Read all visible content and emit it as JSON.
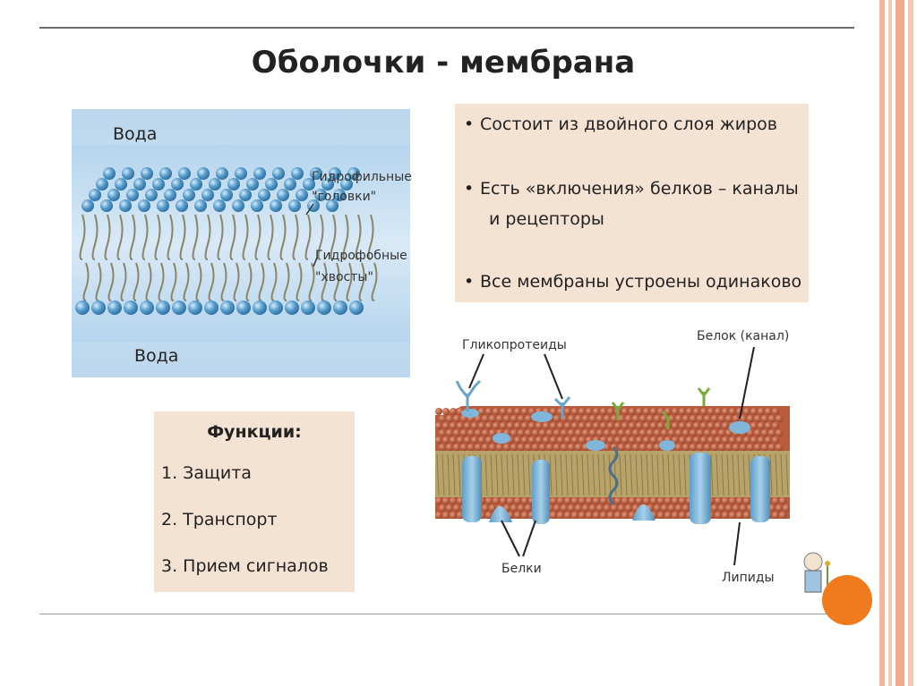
{
  "title": "Оболочки - мембрана",
  "left_diagram": {
    "water_top": "Вода",
    "water_bottom": "Вода",
    "heads_label_1": "Гидрофильные",
    "heads_label_2": "\"головки\"",
    "tails_label_1": "Гидрофобные",
    "tails_label_2": "\"хвосты\""
  },
  "bullets": {
    "b1": "Состоит из двойного слоя жиров",
    "b2_line1": "Есть «включения» белков – каналы",
    "b2_line2": "и рецепторы",
    "b3": "Все мембраны устроены одинаково"
  },
  "functions": {
    "title": "Функции:",
    "items": [
      "1. Защита",
      "2. Транспорт",
      "3. Прием сигналов"
    ]
  },
  "right_diagram": {
    "glycoproteins": "Гликопротеиды",
    "protein_channel": "Белок (канал)",
    "proteins": "Белки",
    "lipids": "Липиды"
  },
  "colors": {
    "panel": "#f4e3d3",
    "accent_orange": "#f07b1e",
    "lipid_head_blue": "#5a9fcf",
    "lipid_head_brown": "#b5553a",
    "protein_blue": "#7fb6d9"
  }
}
